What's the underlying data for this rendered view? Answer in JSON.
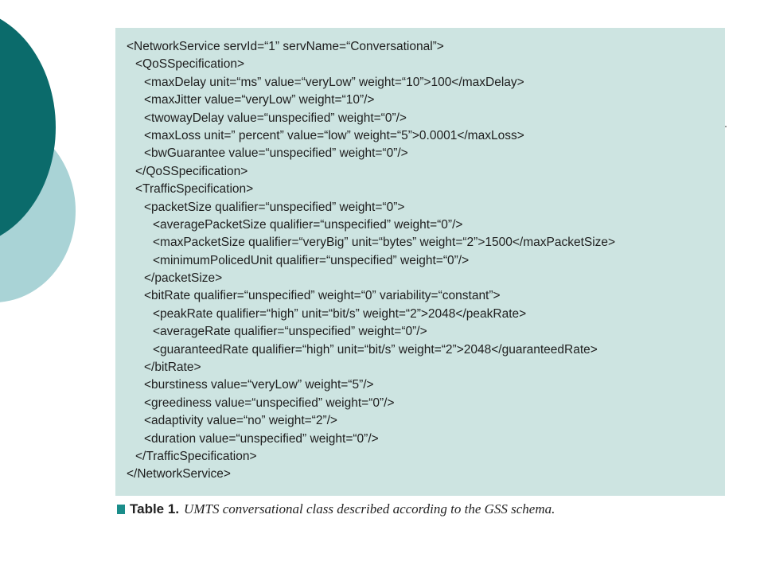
{
  "code": {
    "lines": [
      {
        "indent": 0,
        "text": "<NetworkService servId=“1” servName=“Conversational”>"
      },
      {
        "indent": 1,
        "text": "<QoSSpecification>"
      },
      {
        "indent": 2,
        "text": "<maxDelay unit=“ms” value=“veryLow” weight=“10”>100</maxDelay>"
      },
      {
        "indent": 2,
        "text": "<maxJitter value=“veryLow” weight=“10”/>"
      },
      {
        "indent": 2,
        "text": "<twowayDelay value=“unspecified” weight=“0”/>"
      },
      {
        "indent": 2,
        "text": "<maxLoss unit=” percent” value=“low” weight=“5”>0.0001</maxLoss>"
      },
      {
        "indent": 2,
        "text": "<bwGuarantee value=“unspecified” weight=“0”/>"
      },
      {
        "indent": 1,
        "text": "</QoSSpecification>"
      },
      {
        "indent": 1,
        "text": "<TrafficSpecification>"
      },
      {
        "indent": 2,
        "text": "<packetSize qualifier=“unspecified” weight=“0”>"
      },
      {
        "indent": 3,
        "text": "<averagePacketSize qualifier=“unspecified” weight=“0”/>"
      },
      {
        "indent": 3,
        "text": "<maxPacketSize qualifier=“veryBig” unit=“bytes” weight=“2”>1500</maxPacketSize>"
      },
      {
        "indent": 3,
        "text": "<minimumPolicedUnit qualifier=“unspecified” weight=“0”/>"
      },
      {
        "indent": 2,
        "text": "</packetSize>"
      },
      {
        "indent": 2,
        "text": "<bitRate qualifier=“unspecified” weight=“0” variability=“constant”>"
      },
      {
        "indent": 3,
        "text": "<peakRate qualifier=“high” unit=“bit/s” weight=“2”>2048</peakRate>"
      },
      {
        "indent": 3,
        "text": "<averageRate qualifier=“unspecified” weight=“0”/>"
      },
      {
        "indent": 3,
        "text": "<guaranteedRate qualifier=“high” unit=“bit/s” weight=“2”>2048</guaranteedRate>"
      },
      {
        "indent": 2,
        "text": "</bitRate>"
      },
      {
        "indent": 2,
        "text": "<burstiness value=“veryLow” weight=“5”/>"
      },
      {
        "indent": 2,
        "text": "<greediness value=“unspecified” weight=“0”/>"
      },
      {
        "indent": 2,
        "text": "<adaptivity value=“no” weight=“2”/>"
      },
      {
        "indent": 2,
        "text": "<duration value=“unspecified” weight=“0”/>"
      },
      {
        "indent": 1,
        "text": "</TrafficSpecification>"
      },
      {
        "indent": 0,
        "text": "</NetworkService>"
      }
    ]
  },
  "caption": {
    "label": "Table 1.",
    "text": "UMTS conversational class described according to the GSS schema."
  },
  "colors": {
    "panel_background": "#cde4e1",
    "dark_teal_circle": "#0b6b6b",
    "light_teal_circle": "#a9d3d6",
    "caption_marker": "#1a8d8a"
  },
  "icons": {
    "caption_marker": "teal-square-bullet"
  }
}
